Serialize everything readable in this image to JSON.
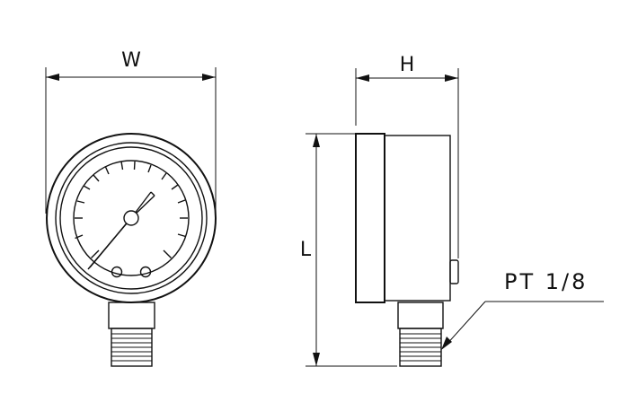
{
  "labels": {
    "width": "W",
    "height": "H",
    "length": "L",
    "thread": "PT 1/8"
  }
}
